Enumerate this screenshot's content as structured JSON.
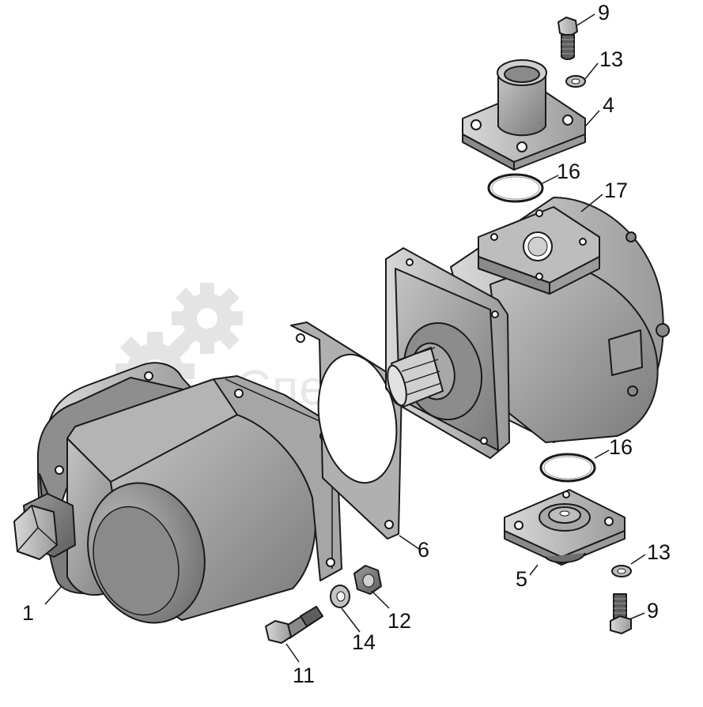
{
  "diagram": {
    "watermark": "СпецМаш",
    "callouts": [
      {
        "id": "c1",
        "label": "1"
      },
      {
        "id": "c4",
        "label": "4"
      },
      {
        "id": "c5",
        "label": "5"
      },
      {
        "id": "c6",
        "label": "6"
      },
      {
        "id": "c9a",
        "label": "9"
      },
      {
        "id": "c9b",
        "label": "9"
      },
      {
        "id": "c11",
        "label": "11"
      },
      {
        "id": "c12",
        "label": "12"
      },
      {
        "id": "c13a",
        "label": "13"
      },
      {
        "id": "c13b",
        "label": "13"
      },
      {
        "id": "c14",
        "label": "14"
      },
      {
        "id": "c16a",
        "label": "16"
      },
      {
        "id": "c16b",
        "label": "16"
      },
      {
        "id": "c17",
        "label": "17"
      }
    ]
  },
  "colors": {
    "part_body": "#9c9c9c",
    "part_light": "#c9c9c9",
    "part_dark": "#6e6e6e",
    "outline": "#1a1a1a",
    "watermark": "#d6d6d6"
  }
}
